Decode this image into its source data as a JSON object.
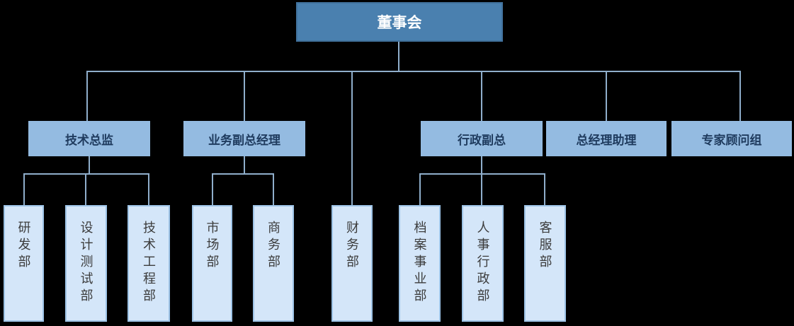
{
  "org": {
    "root": {
      "label": "董事会"
    },
    "managers": [
      {
        "label": "技术总监",
        "children": [
          {
            "label": "研发部"
          },
          {
            "label": "设计测试部"
          },
          {
            "label": "技术工程部"
          }
        ]
      },
      {
        "label": "业务副总经理",
        "children": [
          {
            "label": "市场部"
          },
          {
            "label": "商务部"
          }
        ]
      },
      {
        "label": "行政副总",
        "children": [
          {
            "label": "档案事业部"
          },
          {
            "label": "人事行政部"
          },
          {
            "label": "客服部"
          }
        ]
      },
      {
        "label": "总经理助理",
        "children": []
      },
      {
        "label": "专家顾问组",
        "children": []
      }
    ],
    "direct_departments": [
      {
        "label": "财务部"
      }
    ]
  },
  "colors": {
    "background": "#000000",
    "root_fill": "#4A80AF",
    "root_border": "#41719C",
    "root_text": "#FFFFFF",
    "manager_fill": "#94BBE1",
    "manager_text": "#1F3B5E",
    "department_fill": "#D4E6F9",
    "department_border": "#9DC3E6",
    "department_text": "#3C3C3C",
    "connector": "#8FAECB"
  }
}
